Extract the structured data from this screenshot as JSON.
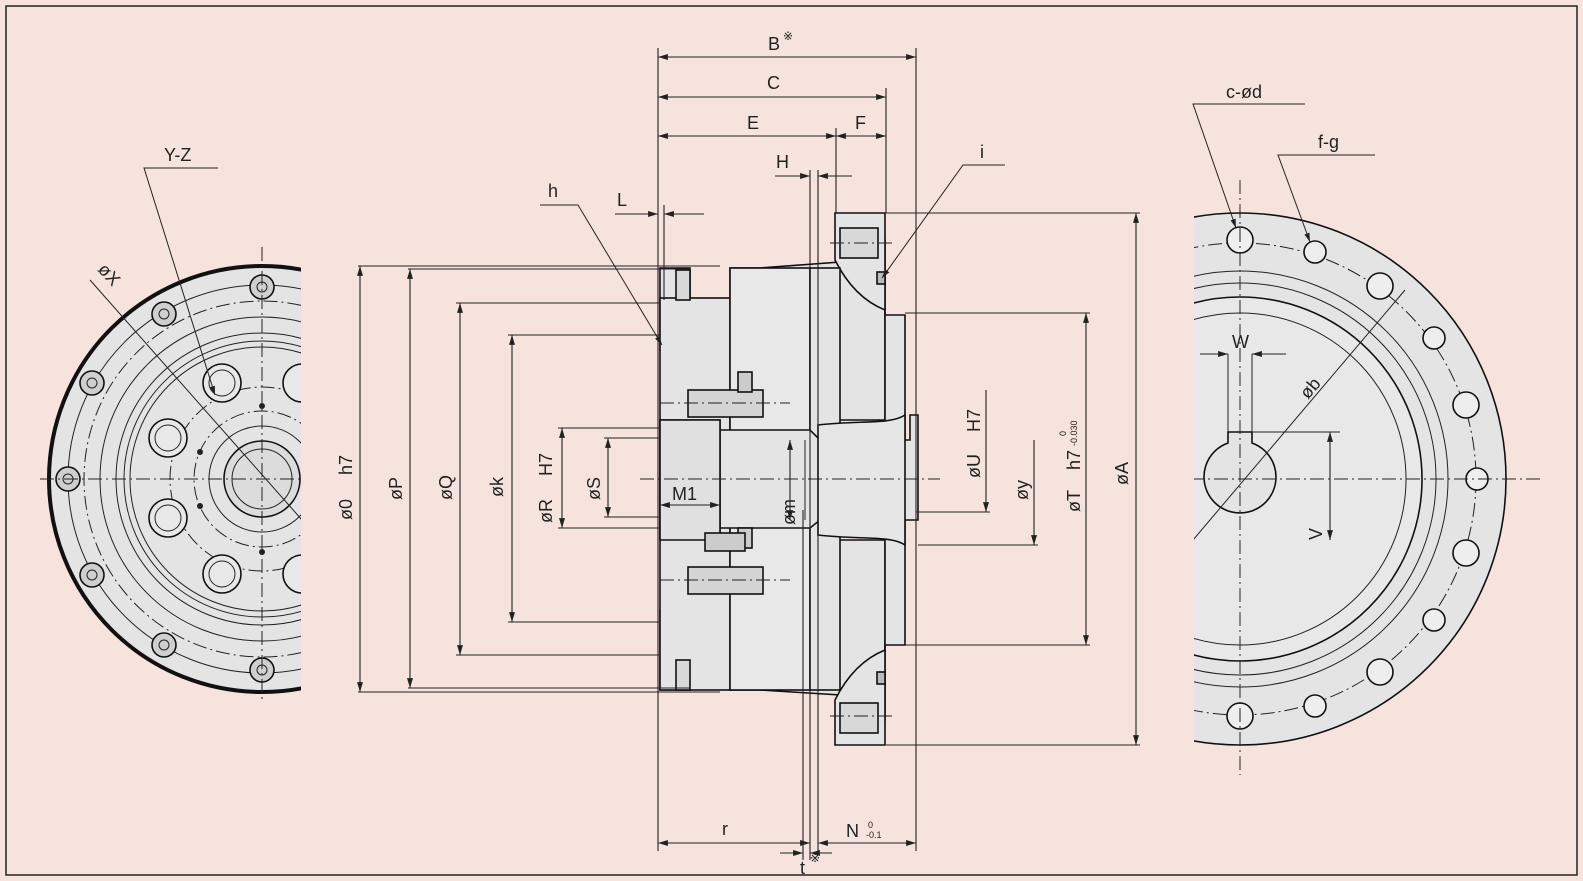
{
  "labels": {
    "B": "B",
    "B_mark": "※",
    "C": "C",
    "E": "E",
    "F": "F",
    "H": "H",
    "L": "L",
    "h": "h",
    "i": "i",
    "Y_Z": "Y-Z",
    "phiX": "øX",
    "phi0": "ø0",
    "phi0_tol": "h7",
    "phiP": "øP",
    "phiQ": "øQ",
    "phik": "øk",
    "phiR": "øR",
    "phiR_tol": "H7",
    "phiS": "øS",
    "M1": "M1",
    "phim": "øm",
    "phiU": "øU",
    "phiU_tol": "H7",
    "phiy": "øy",
    "phiT": "øT",
    "phiT_tol": "h7",
    "phiT_upper": "0",
    "phiT_lower": "-0.030",
    "phiA": "øA",
    "r": "r",
    "N": "N",
    "N_upper": "0",
    "N_lower": "-0.1",
    "t": "t",
    "t_mark": "※",
    "c_phid": "c-ød",
    "f_g": "f-g",
    "W": "W",
    "phib": "øb",
    "V": "V"
  },
  "colors": {
    "background": "#f6e3dd",
    "part_fill": "#e4e4e4",
    "line": "#222222"
  }
}
